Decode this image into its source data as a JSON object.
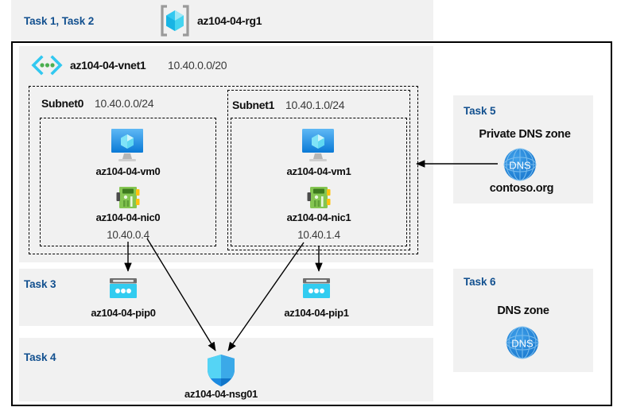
{
  "diagram": {
    "title_group": {
      "task_label": "Task 1, Task 2",
      "resource_icon": "resource-group-icon",
      "resource_name": "az104-04-rg1"
    },
    "vnet": {
      "icon": "virtual-network-icon",
      "name": "az104-04-vnet1",
      "address_space": "10.40.0.0/20"
    },
    "subnets": [
      {
        "name": "Subnet0",
        "cidr": "10.40.0.0/24",
        "vm": {
          "icon": "virtual-machine-icon",
          "name": "az104-04-vm0"
        },
        "nic": {
          "icon": "network-interface-icon",
          "name": "az104-04-nic0",
          "ip": "10.40.0.4"
        }
      },
      {
        "name": "Subnet1",
        "cidr": "10.40.1.0/24",
        "vm": {
          "icon": "virtual-machine-icon",
          "name": "az104-04-vm1"
        },
        "nic": {
          "icon": "network-interface-icon",
          "name": "az104-04-nic1",
          "ip": "10.40.1.4"
        }
      }
    ],
    "task3": {
      "task_label": "Task 3",
      "items": [
        {
          "icon": "public-ip-address-icon",
          "name": "az104-04-pip0"
        },
        {
          "icon": "public-ip-address-icon",
          "name": "az104-04-pip1"
        }
      ]
    },
    "task4": {
      "task_label": "Task 4",
      "item": {
        "icon": "network-security-group-icon",
        "name": "az104-04-nsg01"
      }
    },
    "task5": {
      "task_label": "Task 5",
      "heading": "Private DNS zone",
      "icon": "dns-zone-icon",
      "icon_text": "DNS",
      "name": "contoso.org"
    },
    "task6": {
      "task_label": "Task 6",
      "heading": "DNS zone",
      "icon": "dns-zone-icon",
      "icon_text": "DNS"
    },
    "colors": {
      "panel_background": "#f1f1f1",
      "page_background": "#ffffff",
      "task_label": "#12508f",
      "text": "#0e0e0e",
      "muted_text": "#3a3a3a",
      "border": "#000000",
      "azure_blue": "#0078d4",
      "cyan": "#32c8f0",
      "nic_green": "#6fbd44",
      "dns_blue": "#2387d8"
    }
  }
}
